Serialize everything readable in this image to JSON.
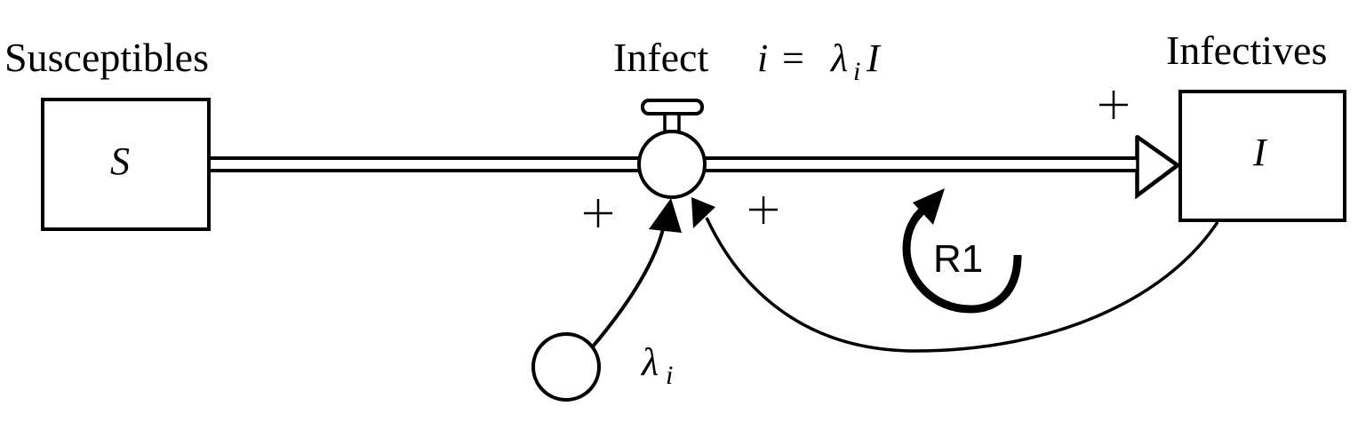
{
  "diagram": {
    "type": "stock-and-flow",
    "colors": {
      "stroke": "#000000",
      "fill": "#ffffff",
      "background": "#ffffff"
    },
    "stocks": [
      {
        "id": "S",
        "title": "Susceptibles",
        "symbol": "S"
      },
      {
        "id": "I",
        "title": "Infectives",
        "symbol": "I"
      }
    ],
    "flow": {
      "name": "Infect",
      "equation_lhs": "i",
      "equation_eq": "=",
      "equation_lambda": "λ",
      "equation_sub": "i",
      "equation_rhs": "I",
      "from": "S",
      "to": "I"
    },
    "auxiliaries": [
      {
        "id": "lambda_i",
        "symbol": "λ",
        "subscript": "i"
      }
    ],
    "links": [
      {
        "from": "lambda_i",
        "to": "Infect",
        "polarity": "+"
      },
      {
        "from": "I",
        "to": "Infect",
        "polarity": "+"
      },
      {
        "from": "Infect",
        "to": "I",
        "polarity": "+"
      }
    ],
    "loops": [
      {
        "label": "R1",
        "type": "reinforcing"
      }
    ]
  }
}
